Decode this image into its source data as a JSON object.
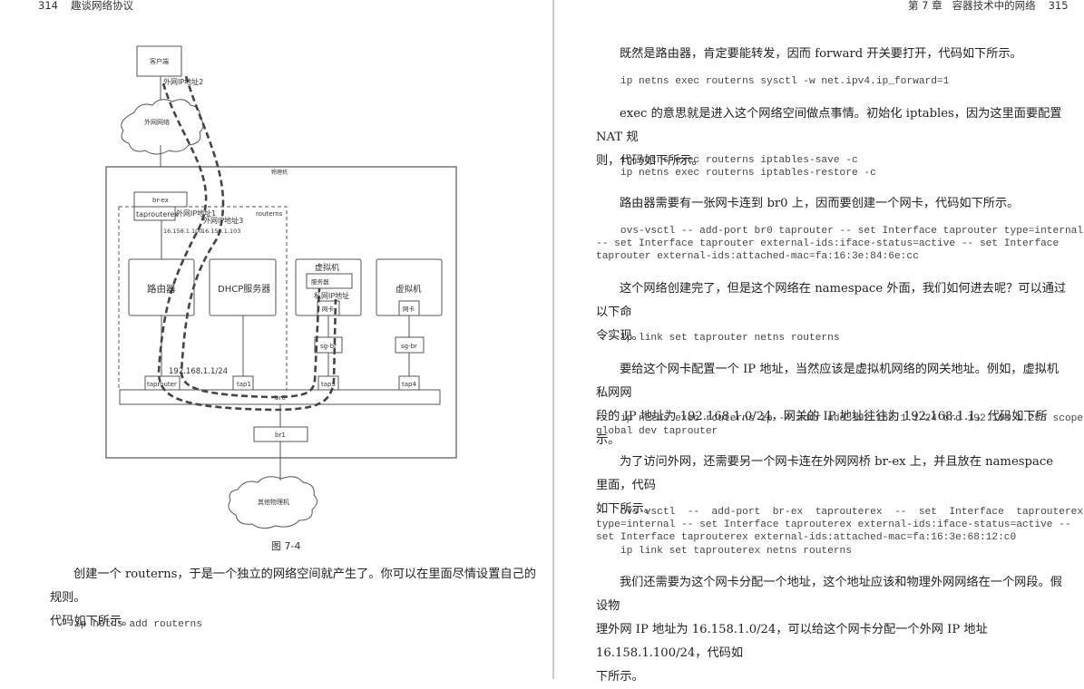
{
  "left_page": {
    "page_number": "314",
    "book_title": "趣谈网络协议",
    "figure": {
      "caption": "图 7-4",
      "labels": {
        "client": "客户端",
        "ext_ip_2": "外网IP地址2",
        "external_network": "外网网络",
        "physical_host": "物理机",
        "br_ex": "br-ex",
        "taprouterex": "taprouterex",
        "ext_ip_1": "外网IP地址1",
        "ext_ip_3": "外网IP地址3",
        "ip_100": "16.158.1.100",
        "ip_103": "16.158.1.103",
        "routerns": "routerns",
        "router": "路由器",
        "dhcp": "DHCP服务器",
        "vm1": "虚拟机",
        "server": "服务器",
        "private_ip": "私网IP地址",
        "nic1": "网卡",
        "sgbr1": "sg-br",
        "vm2": "虚拟机",
        "nic2": "网卡",
        "sgbr2": "sg-br",
        "gateway_ip": "192.168.1.1/24",
        "taprouter": "taprouter",
        "tap1": "tap1",
        "tap3": "tap3",
        "tap4": "tap4",
        "br0": "br0",
        "br1": "br1",
        "other_hosts": "其他物理机"
      }
    },
    "paragraphs": [
      {
        "line1": "创建一个 routerns，于是一个独立的网络空间就产生了。你可以在里面尽情设置自己的规则。",
        "line2": "代码如下所示。"
      }
    ],
    "code": [
      "ip netns add routerns"
    ]
  },
  "right_page": {
    "chapter": "第 7 章",
    "chapter_title": "容器技术中的网络",
    "page_number": "315",
    "blocks": [
      {
        "type": "para",
        "lines": [
          "既然是路由器，肯定要能转发，因而 forward 开关要打开，代码如下所示。"
        ]
      },
      {
        "type": "code",
        "text": "    ip netns exec routerns sysctl -w net.ipv4.ip_forward=1"
      },
      {
        "type": "para",
        "lines": [
          "exec 的意思就是进入这个网络空间做点事情。初始化 iptables，因为这里面要配置 NAT 规",
          "则，代码如下所示。"
        ]
      },
      {
        "type": "code",
        "text": "    ip netns exec routerns iptables-save -c\n    ip netns exec routerns iptables-restore -c"
      },
      {
        "type": "para",
        "lines": [
          "路由器需要有一张网卡连到 br0 上，因而要创建一个网卡，代码如下所示。"
        ]
      },
      {
        "type": "code",
        "text": "    ovs-vsctl -- add-port br0 taprouter -- set Interface taprouter type=internal\n-- set Interface taprouter external-ids:iface-status=active -- set Interface\ntaprouter external-ids:attached-mac=fa:16:3e:84:6e:cc"
      },
      {
        "type": "para",
        "lines": [
          "这个网络创建完了，但是这个网络在 namespace 外面，我们如何进去呢？可以通过以下命",
          "令实现。"
        ]
      },
      {
        "type": "code",
        "text": "    ip link set taprouter netns routerns"
      },
      {
        "type": "para",
        "lines": [
          "要给这个网卡配置一个 IP 地址，当然应该是虚拟机网络的网关地址。例如，虚拟机私网网",
          "段的 IP 地址为 192.168.1.0/24，网关的 IP 地址往往为 192.168.1.1，代码如下所示。"
        ]
      },
      {
        "type": "code",
        "text": "    ip netns exec routerns ip -4 addr add 192.168.1.1/24 brd 192.168.1.255 scope\nglobal dev taprouter"
      },
      {
        "type": "para",
        "lines": [
          "为了访问外网，还需要另一个网卡连在外网网桥 br-ex 上，并且放在 namespace 里面，代码",
          "如下所示。"
        ]
      },
      {
        "type": "code",
        "text": "    ovs-vsctl  --  add-port  br-ex  taprouterex  --  set  Interface  taprouterex\ntype=internal -- set Interface taprouterex external-ids:iface-status=active --\nset Interface taprouterex external-ids:attached-mac=fa:16:3e:68:12:c0\n    ip link set taprouterex netns routerns"
      },
      {
        "type": "para",
        "lines": [
          "我们还需要为这个网卡分配一个地址，这个地址应该和物理外网网络在一个网段。假设物",
          "理外网 IP 地址为 16.158.1.0/24，可以给这个网卡分配一个外网 IP 地址 16.158.1.100/24，代码如",
          "下所示。"
        ]
      }
    ]
  }
}
